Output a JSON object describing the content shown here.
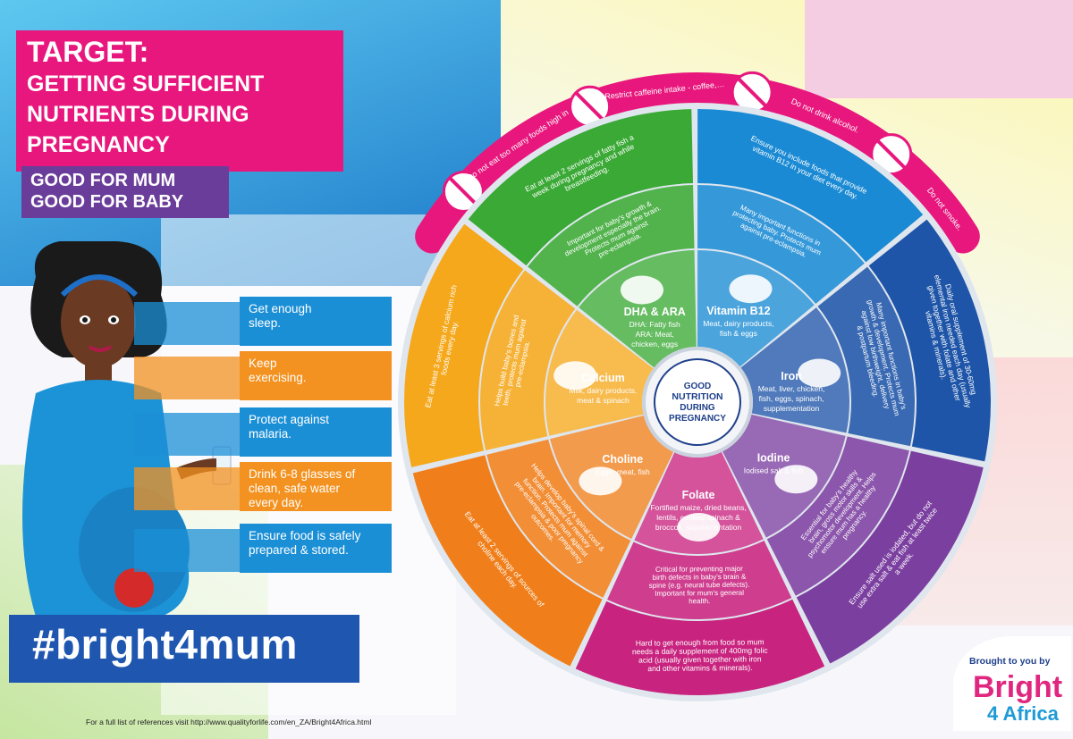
{
  "title": {
    "lines": [
      "TARGET:",
      "GETTING SUFFICIENT",
      "NUTRIENTS DURING",
      "PREGNANCY"
    ],
    "subtitle_lines": [
      "GOOD FOR MUM",
      "GOOD FOR BABY"
    ]
  },
  "tips": [
    {
      "line1": "Get enough",
      "line2": "sleep.",
      "line3": "",
      "color": "#1b8fd6"
    },
    {
      "line1": "Keep",
      "line2": "exercising.",
      "line3": "",
      "color": "#f39220"
    },
    {
      "line1": "Protect against",
      "line2": "malaria.",
      "line3": "",
      "color": "#1b8fd6"
    },
    {
      "line1": "Drink 6-8 glasses of",
      "line2": "clean, safe water",
      "line3": "every day.",
      "color": "#f39220"
    },
    {
      "line1": "Ensure food is safely",
      "line2": "prepared & stored.",
      "line3": "",
      "color": "#1b8fd6"
    }
  ],
  "hashtag": "#bright4mum",
  "footer": "For a full list of references visit http://www.qualityforlife.com/en_ZA/Bright4Africa.html",
  "brand": {
    "brought": "Brought to you by",
    "name1": "Bright",
    "name2": "4 Africa"
  },
  "arc_warnings": [
    {
      "text": "Do not eat too many foods high in saturated fat, sugar & salt.",
      "icon": "fast-food-icon"
    },
    {
      "text": "Restrict caffeine intake - coffee, tea, energy drinks and even some medicines.",
      "icon": "coffee-icon"
    },
    {
      "text": "Do not drink alcohol.",
      "icon": "alcohol-icon"
    },
    {
      "text": "Do not smoke.",
      "icon": "cigarette-icon"
    }
  ],
  "center": {
    "line1": "GOOD",
    "line2": "NUTRITION",
    "line3": "DURING",
    "line4": "PREGNANCY"
  },
  "nutrients": [
    {
      "name": "DHA & ARA",
      "sources": [
        "DHA: Fatty fish",
        "ARA: Meat,",
        "chicken, eggs"
      ],
      "benefit": "Important for baby's growth & development especially the brain. Protects mum against pre-eclampsia.",
      "target": "Eat at least 2 servings of fatty fish a week during pregnancy and while breastfeeding.",
      "color": "#3aa935",
      "icon": "meat-fish-icon"
    },
    {
      "name": "Vitamin B12",
      "sources": [
        "Meat, dairy products,",
        "fish & eggs"
      ],
      "benefit": "Many important functions in protecting baby. Protects mum against pre-eclampsia.",
      "target": "Ensure you include foods that provide vitamin B12 in your diet every day.",
      "color": "#1a8ad4",
      "icon": "milk-cheese-icon"
    },
    {
      "name": "Iron",
      "sources": [
        "Meat, liver, chicken,",
        "fish, eggs, spinach,",
        "supplementation"
      ],
      "benefit": "Many important functions in baby's growth & development. Protects mum against low birthweight, delivery & postpartum bleeding.",
      "target": "Daily oral supplement of 30-60mg elemental iron needed each day (usually given together with folate and other vitamins & minerals).",
      "color": "#1e55a8",
      "icon": "steak-fish-icon"
    },
    {
      "name": "Iodine",
      "sources": [
        "Iodised salt & fish"
      ],
      "benefit": "Essential for baby's healthy brain, gross motor skills & psychomotor development. Helps ensure mum has a healthy pregnancy.",
      "target": "Ensure salt used is iodated, but do not use extra salt & eat fish at least twice a week.",
      "color": "#7b3fa0",
      "icon": "fish-salt-icon"
    },
    {
      "name": "Folate",
      "sources": [
        "Fortified maize, dried beans,",
        "lentils, cooked spinach &",
        "broccoli, supplementation"
      ],
      "benefit": "Critical for preventing major birth defects in baby's brain & spine (e.g. neural tube defects). Important for mum's general health.",
      "target": "Hard to get enough from food so mum needs a daily supplement of 400mg folic acid (usually given together with iron and other vitamins & minerals).",
      "color": "#c8237f",
      "icon": "vegetables-icon"
    },
    {
      "name": "Choline",
      "sources": [
        "Eggs, meat, fish"
      ],
      "benefit": "Helps develop baby's spinal cord & brain. Important for memory function. Protects mum against pre-eclampsia & poor pregnancy outcomes.",
      "target": "Eat at least 2 servings of sources of choline each day.",
      "color": "#f07f1b",
      "icon": "meat-egg-icon"
    },
    {
      "name": "Calcium",
      "sources": [
        "Milk, dairy products,",
        "meat & spinach"
      ],
      "benefit": "Helps build baby's bones and teeth, protects mum against pre-eclampsia.",
      "target": "Eat at least 3 servings of calcium rich foods every day.",
      "color": "#f5a81c",
      "icon": "dairy-icon"
    }
  ]
}
